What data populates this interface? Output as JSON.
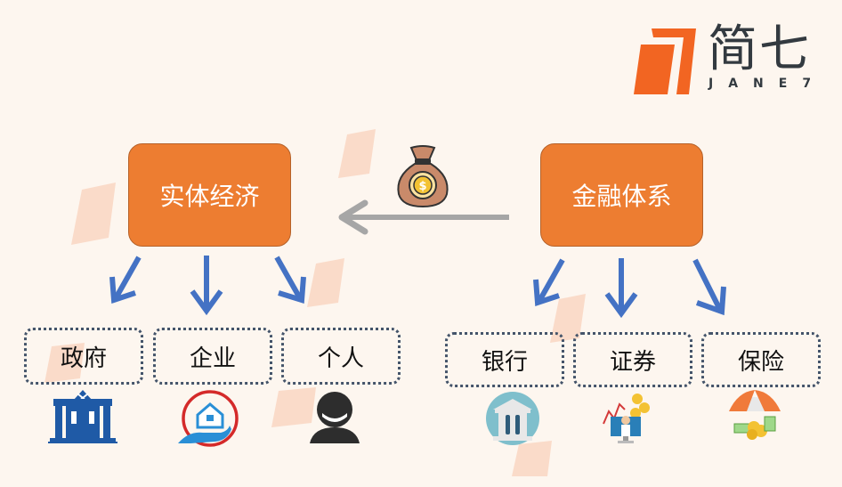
{
  "logo": {
    "chinese": "简七",
    "english": "JANE7",
    "mark_color": "#f26522",
    "text_color": "#333a40"
  },
  "diagram": {
    "left": {
      "title": "实体经济",
      "children": [
        {
          "label": "政府",
          "icon": "government-building-icon"
        },
        {
          "label": "企业",
          "icon": "house-in-hand-icon"
        },
        {
          "label": "个人",
          "icon": "person-icon"
        }
      ]
    },
    "right": {
      "title": "金融体系",
      "children": [
        {
          "label": "银行",
          "icon": "bank-icon"
        },
        {
          "label": "证券",
          "icon": "stock-trader-icon"
        },
        {
          "label": "保险",
          "icon": "insurance-umbrella-icon"
        }
      ]
    },
    "flow": {
      "direction": "from 金融体系 to 实体经济",
      "icon": "money-bag-icon",
      "arrow_color": "#a6a6a6"
    },
    "colors": {
      "main_box": "#ed7d31",
      "child_arrow": "#4472c4",
      "dotted_border": "#44546a",
      "background": "#fdf6ef"
    }
  },
  "watermark": {
    "text": "简七",
    "subtext": "JANE7"
  }
}
